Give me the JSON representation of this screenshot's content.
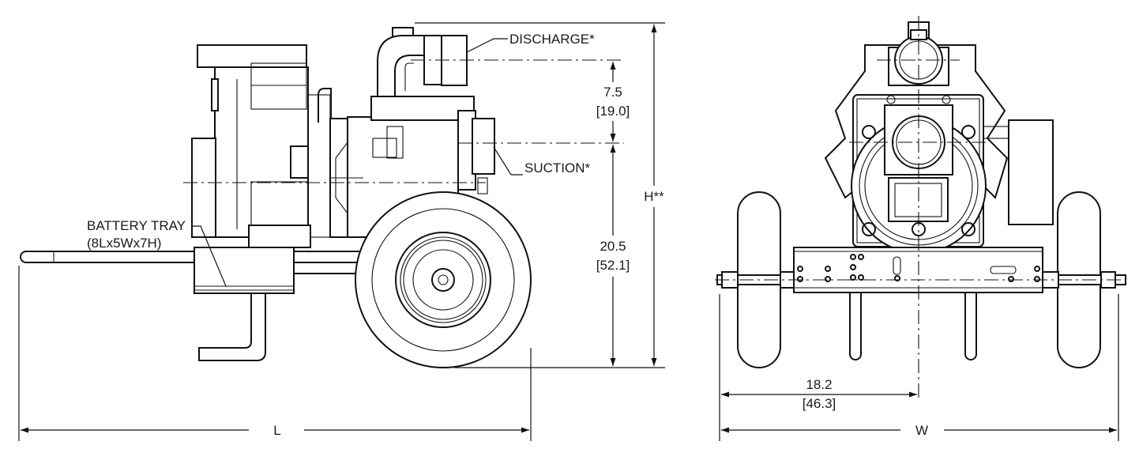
{
  "labels": {
    "discharge": "DISCHARGE*",
    "suction": "SUCTION*",
    "battery_tray": "BATTERY TRAY",
    "battery_tray_size": "(8Lx5Wx7H)",
    "height": "H**",
    "length": "L",
    "width": "W"
  },
  "dimensions": {
    "discharge_offset_in": "7.5",
    "discharge_offset_cm": "[19.0]",
    "suction_height_in": "20.5",
    "suction_height_cm": "[52.1]",
    "half_width_in": "18.2",
    "half_width_cm": "[46.3]"
  }
}
